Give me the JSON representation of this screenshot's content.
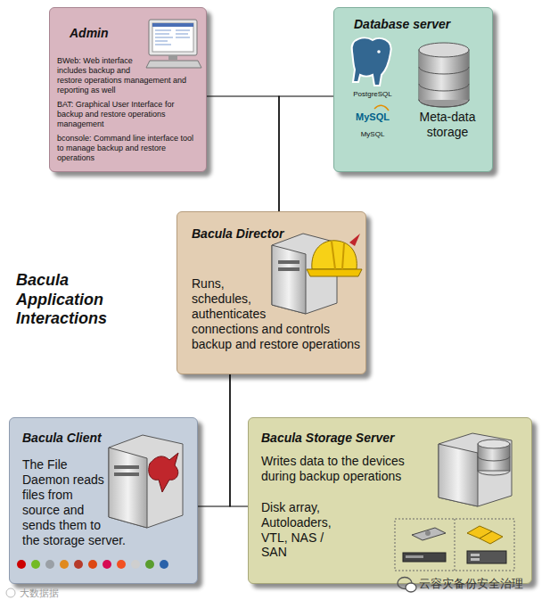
{
  "diagram": {
    "title": "Bacula Application Interactions",
    "nodes": [
      {
        "text": [
          "Admin",
          "BWeb: Web interface includes backup and restore operations management and reporting as well",
          "BAT: Graphical User Interface for backup and restore operations management",
          "bconsole: Command line interface tool to manage backup and restore operations"
        ]
      },
      {
        "text": [
          "Database server",
          "PostgreSQL",
          "MySQL",
          "MySQL",
          "Meta-data storage"
        ]
      },
      {
        "text": [
          "Bacula Director",
          "Runs, schedules, authenticates connections and controls backup and restore operations"
        ]
      },
      {
        "text": [
          "Bacula Client",
          "The File Daemon reads files from source and sends them to the storage server."
        ]
      },
      {
        "text": [
          "Bacula Storage Server",
          "Writes data to the devices during backup operations",
          "Disk array, Autoloaders, VTL, NAS / SAN"
        ]
      }
    ],
    "edges": [
      {
        "from": 2,
        "to": 0,
        "arrow": "none"
      },
      {
        "from": 2,
        "to": 1,
        "arrow": "none"
      },
      {
        "from": 2,
        "to": 3,
        "arrow": "none"
      },
      {
        "from": 2,
        "to": 4,
        "arrow": "none"
      }
    ],
    "labels": [
      "云容灾备份安全治理",
      "大数据据"
    ]
  }
}
